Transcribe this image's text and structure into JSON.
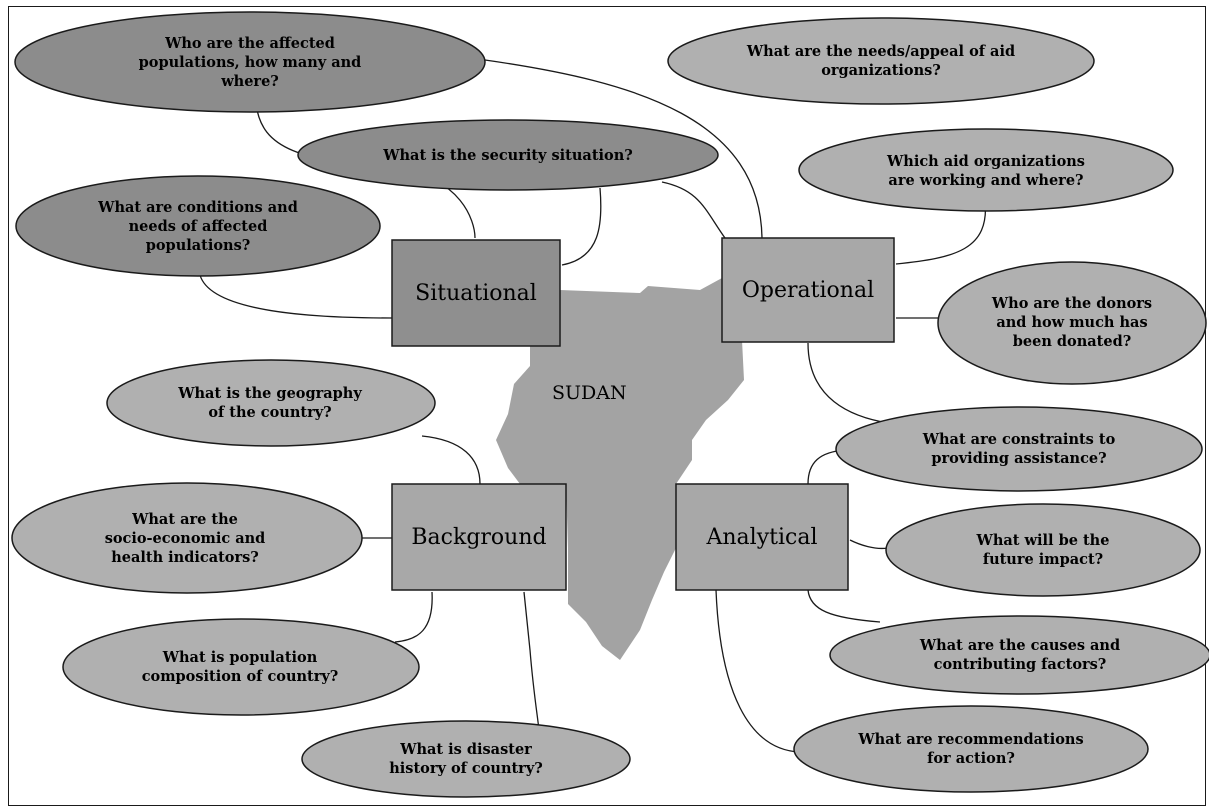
{
  "country": "SUDAN",
  "colors": {
    "situational_bubble": "#8c8c8c",
    "other_bubble": "#b0b0b0",
    "situational_box": "#8f8f8f",
    "other_box": "#a8a8a8",
    "map": "#a3a3a3",
    "stroke": "#1a1a1a"
  },
  "categories": {
    "situational": {
      "label": "Situational",
      "questions": [
        "Who are the affected\npopulations, how many and\nwhere?",
        "What is the security situation?",
        "What are conditions and\nneeds of affected\npopulations?"
      ]
    },
    "operational": {
      "label": "Operational",
      "questions": [
        "What are the needs/appeal of aid\norganizations?",
        "Which aid organizations\nare working and where?",
        "Who are the donors\nand how much has\nbeen donated?"
      ]
    },
    "background": {
      "label": "Background",
      "questions": [
        "What is the geography\nof the country?",
        "What are the\nsocio-economic and\nhealth indicators?",
        "What is population\ncomposition of country?",
        "What is disaster\nhistory of country?"
      ]
    },
    "analytical": {
      "label": "Analytical",
      "questions": [
        "What are constraints to\nproviding assistance?",
        "What will be the\nfuture impact?",
        "What are the causes and\ncontributing factors?",
        "What are recommendations\nfor action?"
      ]
    }
  }
}
